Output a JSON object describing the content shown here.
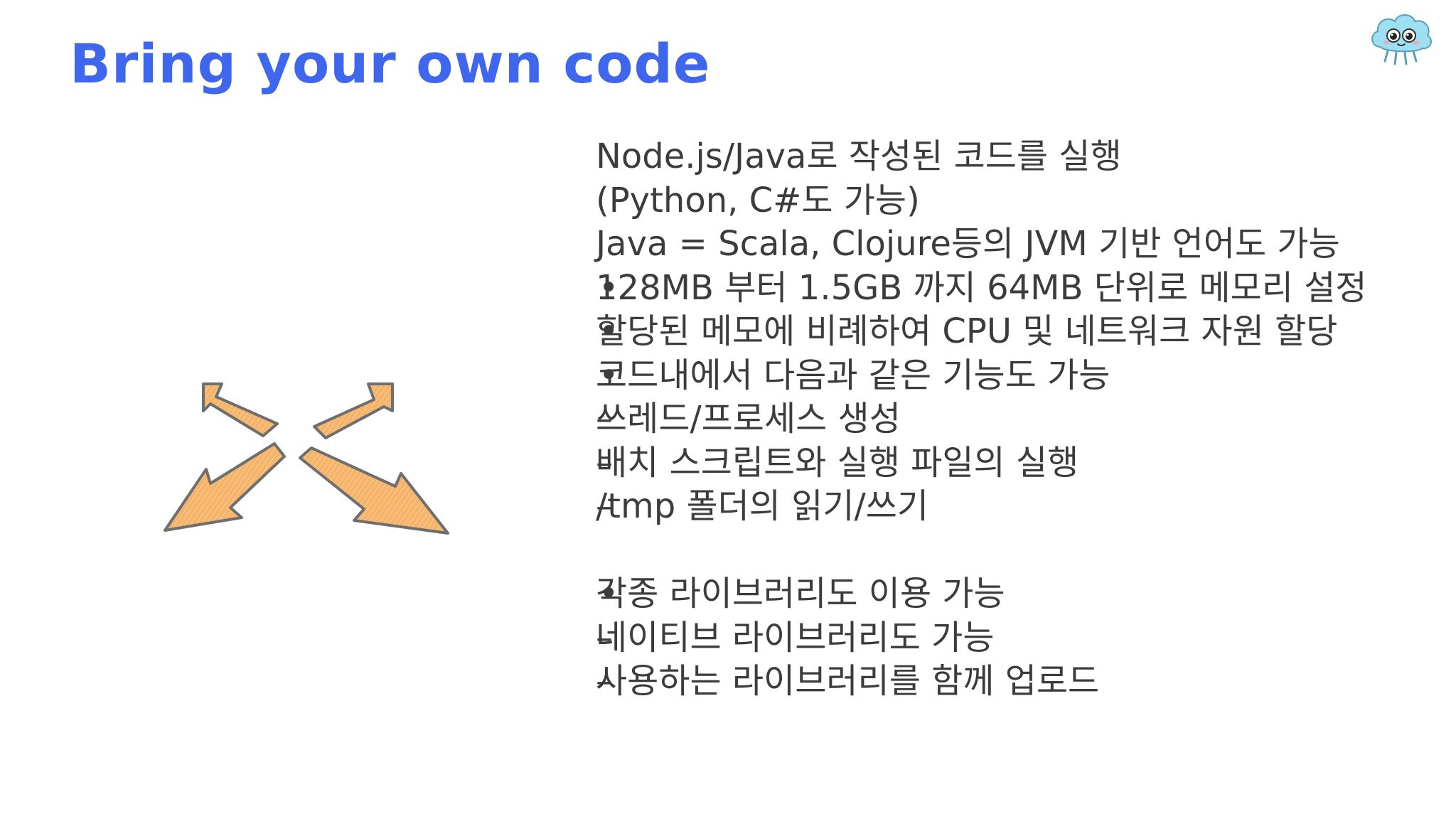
{
  "slide": {
    "title": "Bring your own code",
    "lines": [
      {
        "type": "plain",
        "text": "Node.js/Java로 작성된 코드를 실행"
      },
      {
        "type": "plain",
        "text": "(Python, C#도 가능)"
      },
      {
        "type": "plain",
        "text": "Java = Scala, Clojure등의 JVM 기반 언어도 가능"
      },
      {
        "type": "bullet",
        "marker": "•",
        "text": "128MB 부터 1.5GB 까지 64MB 단위로 메모리 설정"
      },
      {
        "type": "bullet",
        "marker": "•",
        "text": "할당된 메모에 비례하여 CPU 및 네트워크 자원 할당"
      },
      {
        "type": "bullet",
        "marker": "•",
        "text": "코드내에서 다음과 같은 기능도 가능"
      },
      {
        "type": "dash",
        "marker": "–",
        "text": "쓰레드/프로세스 생성"
      },
      {
        "type": "dash",
        "marker": "–",
        "text": "배치 스크립트와 실행 파일의 실행"
      },
      {
        "type": "dash",
        "marker": "–",
        "text": "/tmp 폴더의 읽기/쓰기"
      },
      {
        "type": "spacer"
      },
      {
        "type": "bullet",
        "marker": "•",
        "text": "각종 라이브러리도 이용 가능"
      },
      {
        "type": "dash",
        "marker": "–",
        "text": "네이티브 라이브러리도 가능"
      },
      {
        "type": "dash",
        "marker": "–",
        "text": "사용하는 라이브러리를 함께 업로드"
      }
    ]
  },
  "icons": {
    "mascot": "cloud-mascot-icon",
    "illustration": "four-way-arrows-icon"
  },
  "colors": {
    "title": "#3f67ee",
    "body_text": "#3c3c3c",
    "arrow_fill": "#f5b46a",
    "arrow_stroke": "#6e6e6e",
    "mascot_fill": "#9fdff2"
  }
}
